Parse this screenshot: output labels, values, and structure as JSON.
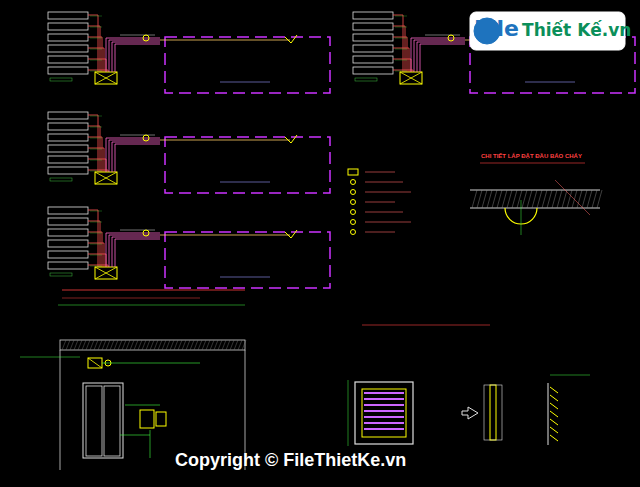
{
  "diagram": {
    "labels": [
      "File",
      "Thiết Kế.vn",
      "CHI TIẾT LẮP ĐẶT ĐẦU BÁO CHÁY",
      "Copyright © FileThietKe.vn"
    ]
  }
}
